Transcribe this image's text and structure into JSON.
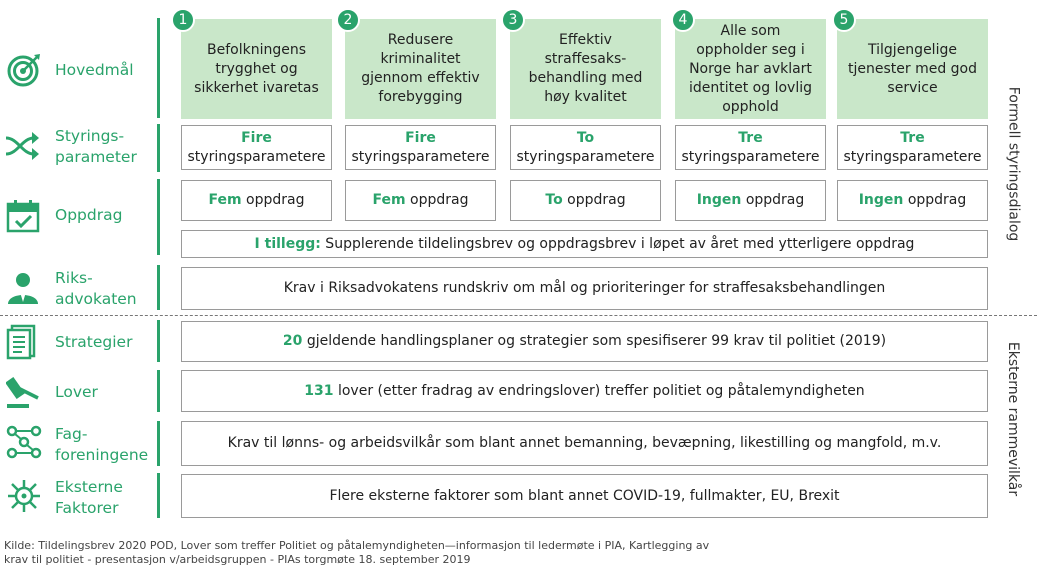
{
  "rows": {
    "hovedmal": {
      "label": "Hovedmål",
      "icon": "target-icon"
    },
    "styring": {
      "label1": "Styrings-",
      "label2": "parameter",
      "icon": "shuffle-arrows-icon"
    },
    "oppdrag": {
      "label": "Oppdrag",
      "icon": "calendar-check-icon"
    },
    "riks": {
      "label1": "Riks-",
      "label2": "advokaten",
      "icon": "person-icon"
    },
    "strategier": {
      "label": "Strategier",
      "icon": "document-icon"
    },
    "lover": {
      "label": "Lover",
      "icon": "gavel-icon"
    },
    "fag": {
      "label1": "Fag-",
      "label2": "foreningene",
      "icon": "network-icon"
    },
    "eksterne": {
      "label1": "Eksterne",
      "label2": "Faktorer",
      "icon": "virus-icon"
    }
  },
  "goals": [
    {
      "num": "1",
      "text": "Befolkningens trygghet og sikkerhet ivaretas"
    },
    {
      "num": "2",
      "text": "Redusere kriminalitet gjennom effektiv forebygging"
    },
    {
      "num": "3",
      "text": "Effektiv straffesaks-behandling med høy kvalitet"
    },
    {
      "num": "4",
      "text": "Alle som oppholder seg i Norge har avklart identitet og lovlig opphold"
    },
    {
      "num": "5",
      "text": "Tilgjengelige tjenester med god service"
    }
  ],
  "params": [
    {
      "hl": "Fire",
      "rest": "styringsparametere"
    },
    {
      "hl": "Fire",
      "rest": "styringsparametere"
    },
    {
      "hl": "To",
      "rest": "styringsparametere"
    },
    {
      "hl": "Tre",
      "rest": "styringsparametere"
    },
    {
      "hl": "Tre",
      "rest": "styringsparametere"
    }
  ],
  "oppdrag": [
    {
      "hl": "Fem",
      "rest": " oppdrag"
    },
    {
      "hl": "Fem",
      "rest": " oppdrag"
    },
    {
      "hl": "To",
      "rest": " oppdrag"
    },
    {
      "hl": "Ingen",
      "rest": " oppdrag"
    },
    {
      "hl": "Ingen",
      "rest": " oppdrag"
    }
  ],
  "tillegg": {
    "hl": "I tillegg:",
    "rest": " Supplerende tildelingsbrev og oppdragsbrev i løpet av året med ytterligere oppdrag"
  },
  "riks_text": "Krav i Riksadvokatens rundskriv om mål og prioriteringer for straffesaksbehandlingen",
  "strategier": {
    "hl": "20",
    "rest": " gjeldende handlingsplaner og strategier som spesifiserer 99 krav til politiet (2019)"
  },
  "lover": {
    "hl": "131",
    "rest": " lover (etter fradrag av endringslover) treffer politiet og påtalemyndigheten"
  },
  "fag_text": "Krav til lønns- og arbeidsvilkår som blant annet bemanning, bevæpning, likestilling og mangfold, m.v.",
  "eksterne_text": "Flere eksterne faktorer som blant annet COVID-19, fullmakter, EU, Brexit",
  "side_labels": {
    "top": "Formell styringsdialog",
    "bottom": "Eksterne rammevilkår"
  },
  "source": {
    "line1": "Kilde: Tildelingsbrev 2020 POD, Lover som treffer Politiet og påtalemyndigheten—informasjon til ledermøte i PIA, Kartlegging av",
    "line2": "krav til politiet - presentasjon v/arbeidsgruppen - PIAs torgmøte 18. september 2019"
  },
  "colors": {
    "accent": "#2aa36b",
    "goal_bg": "#c9e7c9",
    "border": "#9a9a9a"
  }
}
